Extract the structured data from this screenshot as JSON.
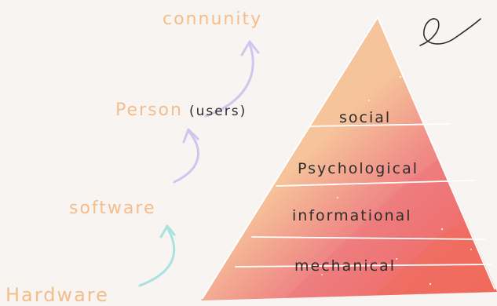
{
  "colors": {
    "background": "#f8f4f1",
    "label_orange": "#f3bd8c",
    "pyramid_peach": "#f6c59a",
    "pyramid_pink": "#ee6f7b",
    "pyramid_red": "#f26a53",
    "arrow_purple": "#cfc6ee",
    "arrow_teal": "#a9e2de",
    "ink": "#2d2d2d"
  },
  "progression": {
    "hardware": "Hardware",
    "software": "software",
    "person": "Person",
    "person_note": "(users)",
    "community": "connunity"
  },
  "pyramid": {
    "layers": [
      "social",
      "Psychological",
      "informational",
      "mechanical"
    ]
  },
  "icons": [
    "loop-doodle-icon"
  ]
}
